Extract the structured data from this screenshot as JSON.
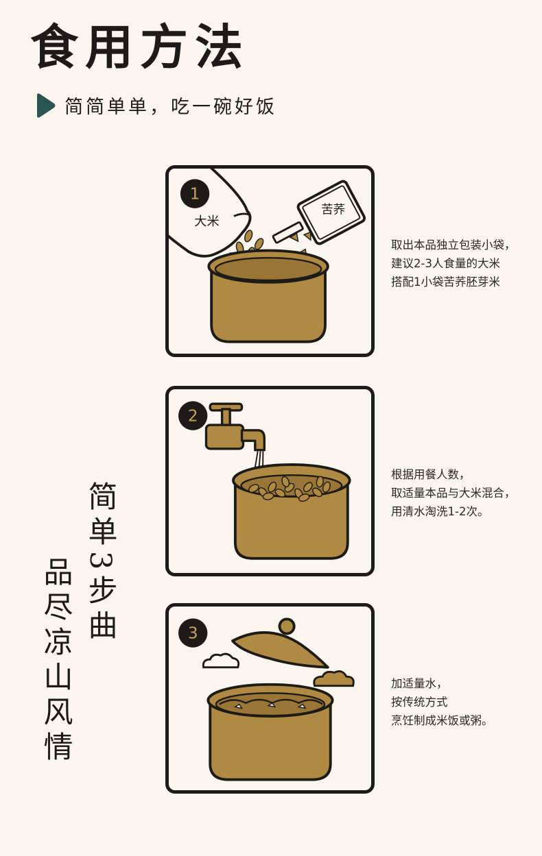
{
  "header": {
    "title": "食用方法",
    "subtitle": "简简单单，吃一碗好饭",
    "icon": "play-triangle-icon",
    "accent_color": "#2a5550"
  },
  "steps": [
    {
      "number": "1",
      "bag_label": "大米",
      "box_label": "苦荞",
      "description": [
        "取出本品独立包装小袋，",
        "建议2-3人食量的大米",
        "搭配1小袋苦荞胚芽米"
      ]
    },
    {
      "number": "2",
      "description": [
        "根据用餐人数，",
        "取适量本品与大米混合，",
        "用清水淘洗1-2次。"
      ]
    },
    {
      "number": "3",
      "description": [
        "加适量水，",
        "按传统方式",
        "烹饪制成米饭或粥。"
      ]
    }
  ],
  "vertical_text": {
    "column1": "简单3步曲",
    "column2": "品尽凉山风情"
  },
  "colors": {
    "background": "#faf6ef",
    "pot": "#b08a43",
    "ink": "#1d1b18",
    "badge": "#1d1b18"
  }
}
